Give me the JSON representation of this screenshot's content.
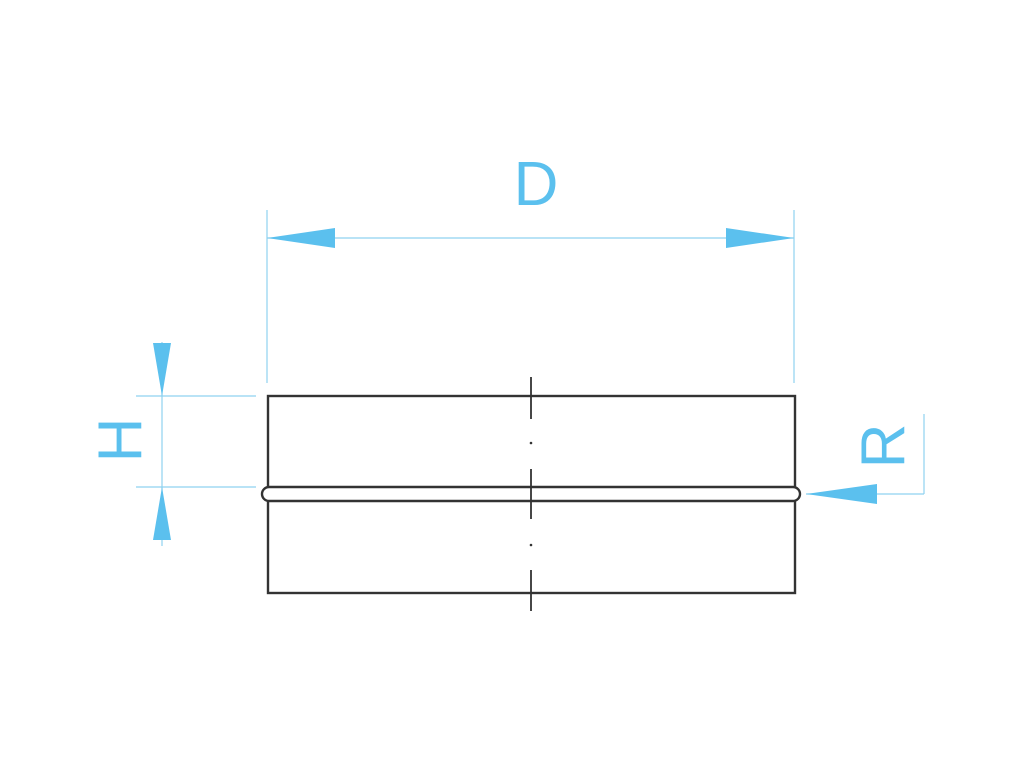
{
  "dimensions": {
    "diameter_label": "D",
    "height_label": "H",
    "radius_label": "R"
  },
  "colors": {
    "dimension": "#5bc0ee",
    "outline": "#333333",
    "background": "#ffffff"
  }
}
